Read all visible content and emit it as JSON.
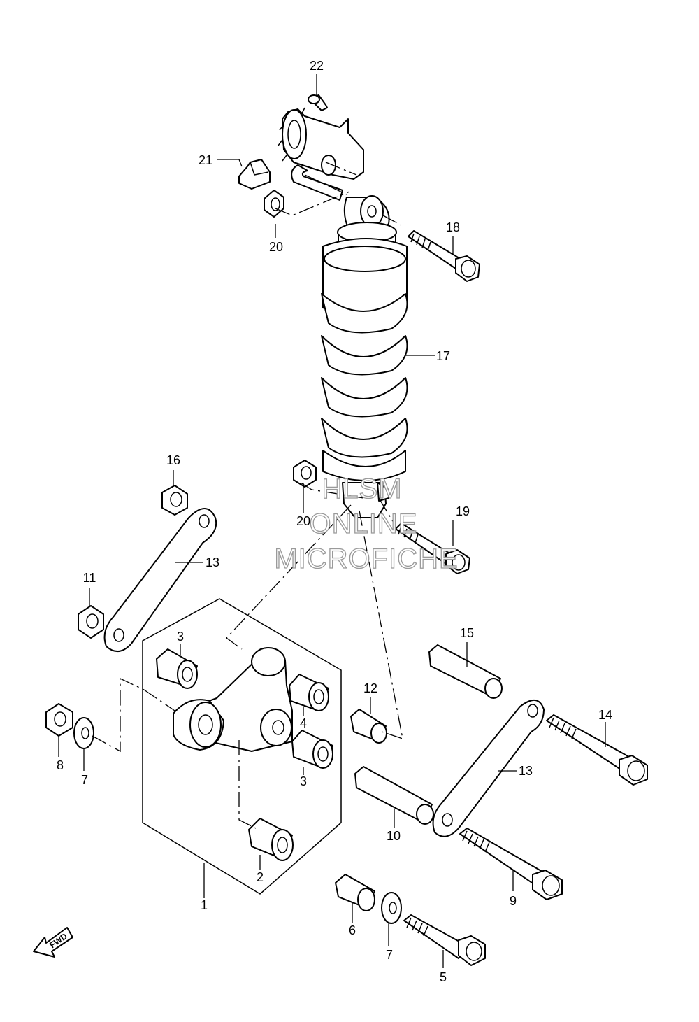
{
  "diagram": {
    "callouts": {
      "c1": "1",
      "c2": "2",
      "c3a": "3",
      "c3b": "3",
      "c4": "4",
      "c5": "5",
      "c6": "6",
      "c7a": "7",
      "c7b": "7",
      "c8": "8",
      "c9": "9",
      "c10": "10",
      "c11": "11",
      "c12": "12",
      "c13a": "13",
      "c13b": "13",
      "c14": "14",
      "c15": "15",
      "c16": "16",
      "c17": "17",
      "c18": "18",
      "c19": "19",
      "c20a": "20",
      "c20b": "20",
      "c21": "21",
      "c22": "22"
    },
    "fwd_label": "FWD",
    "watermark": {
      "line1": "HLSM",
      "line2": "ONLINE",
      "line3": "MICROFICHE"
    }
  }
}
